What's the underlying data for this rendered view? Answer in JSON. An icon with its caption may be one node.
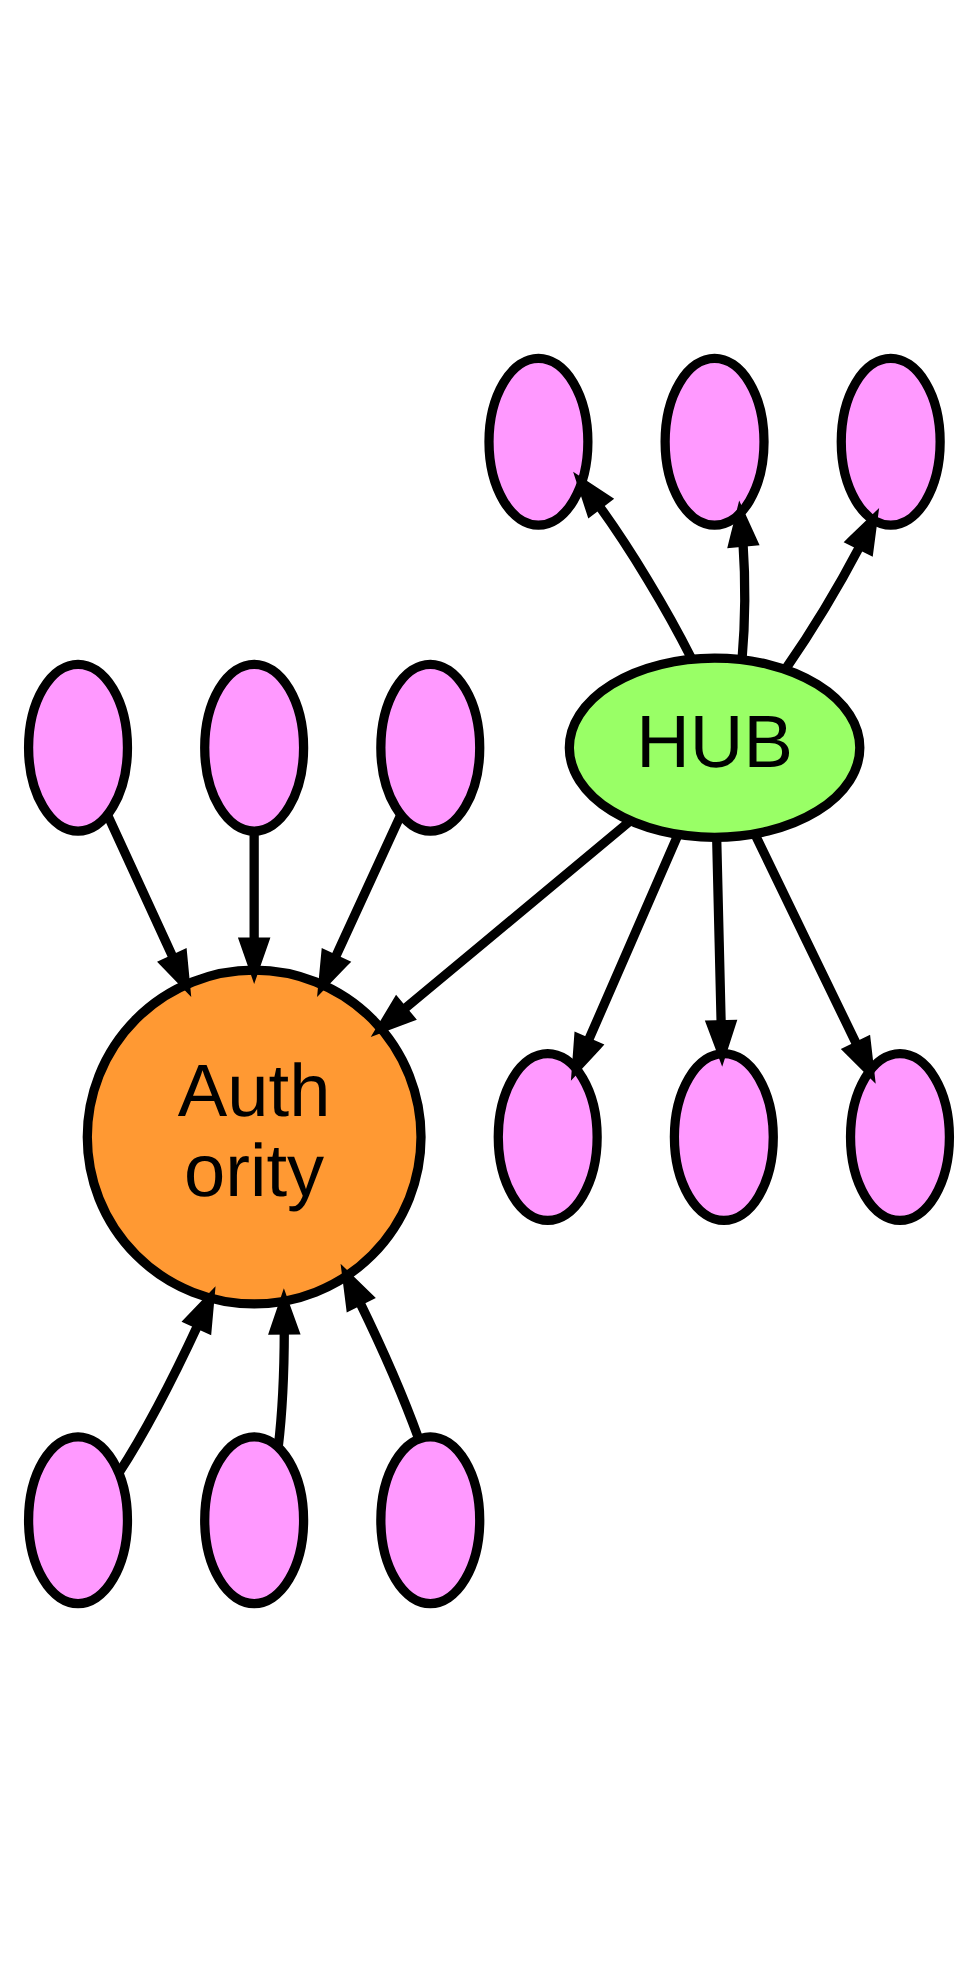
{
  "diagram": {
    "nodes": [
      {
        "text": [
          "HUB"
        ]
      },
      {
        "text": [],
        "shape": "ellipse"
      },
      {
        "text": [],
        "shape": "ellipse"
      },
      {
        "text": [],
        "shape": "ellipse"
      },
      {
        "text": [],
        "shape": "ellipse"
      },
      {
        "text": [],
        "shape": "ellipse"
      },
      {
        "text": [],
        "shape": "ellipse"
      },
      {
        "text": [
          "Auth ority"
        ]
      },
      {
        "text": [],
        "shape": "ellipse"
      },
      {
        "text": [],
        "shape": "ellipse"
      },
      {
        "text": [],
        "shape": "ellipse"
      },
      {
        "text": [],
        "shape": "ellipse"
      },
      {
        "text": [],
        "shape": "ellipse"
      },
      {
        "text": [],
        "shape": "ellipse"
      }
    ],
    "edges": [
      {
        "from": 0,
        "to": 1,
        "arrow": "to"
      },
      {
        "from": 0,
        "to": 2,
        "arrow": "to"
      },
      {
        "from": 0,
        "to": 3,
        "arrow": "to"
      },
      {
        "from": 0,
        "to": 4,
        "arrow": "to"
      },
      {
        "from": 0,
        "to": 5,
        "arrow": "to"
      },
      {
        "from": 0,
        "to": 6,
        "arrow": "to"
      },
      {
        "from": 0,
        "to": 7,
        "arrow": "to"
      },
      {
        "from": 8,
        "to": 7,
        "arrow": "to"
      },
      {
        "from": 9,
        "to": 7,
        "arrow": "to"
      },
      {
        "from": 10,
        "to": 7,
        "arrow": "to"
      },
      {
        "from": 11,
        "to": 7,
        "arrow": "to"
      },
      {
        "from": 12,
        "to": 7,
        "arrow": "to"
      },
      {
        "from": 13,
        "to": 7,
        "arrow": "to"
      }
    ]
  }
}
